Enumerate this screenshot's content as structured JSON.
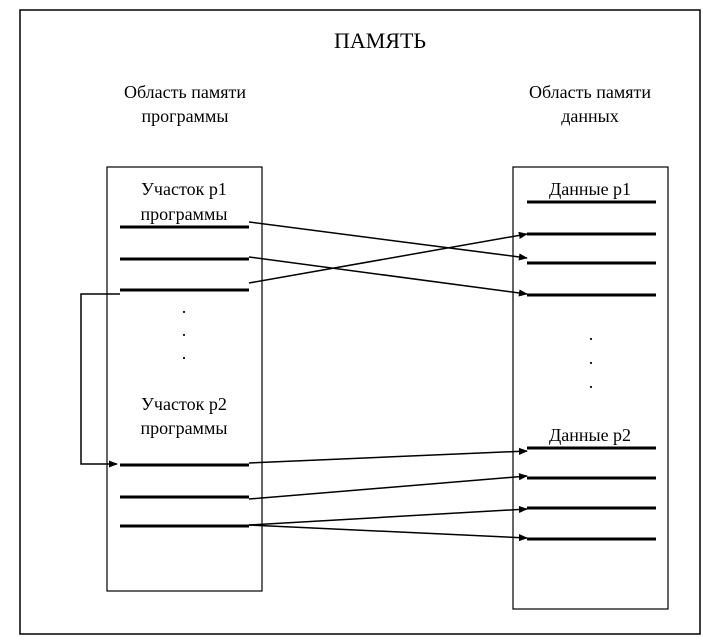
{
  "diagram": {
    "title": "ПАМЯТЬ",
    "program_area": {
      "label_line1": "Область памяти",
      "label_line2": "программы",
      "section_p1": {
        "line1": "Участок р1",
        "line2": "программы"
      },
      "section_p2": {
        "line1": "Участок р2",
        "line2": "программы"
      },
      "ellipsis": ".",
      "ellipsis_line1": ".",
      "ellipsis_line2": "."
    },
    "data_area": {
      "label_line1": "Область памяти",
      "label_line2": "данных",
      "data_p1": "Данные р1",
      "data_p2": "Данные р2",
      "ellipsis": ".",
      "ellipsis_line1": ".",
      "ellipsis_line2": "."
    }
  }
}
